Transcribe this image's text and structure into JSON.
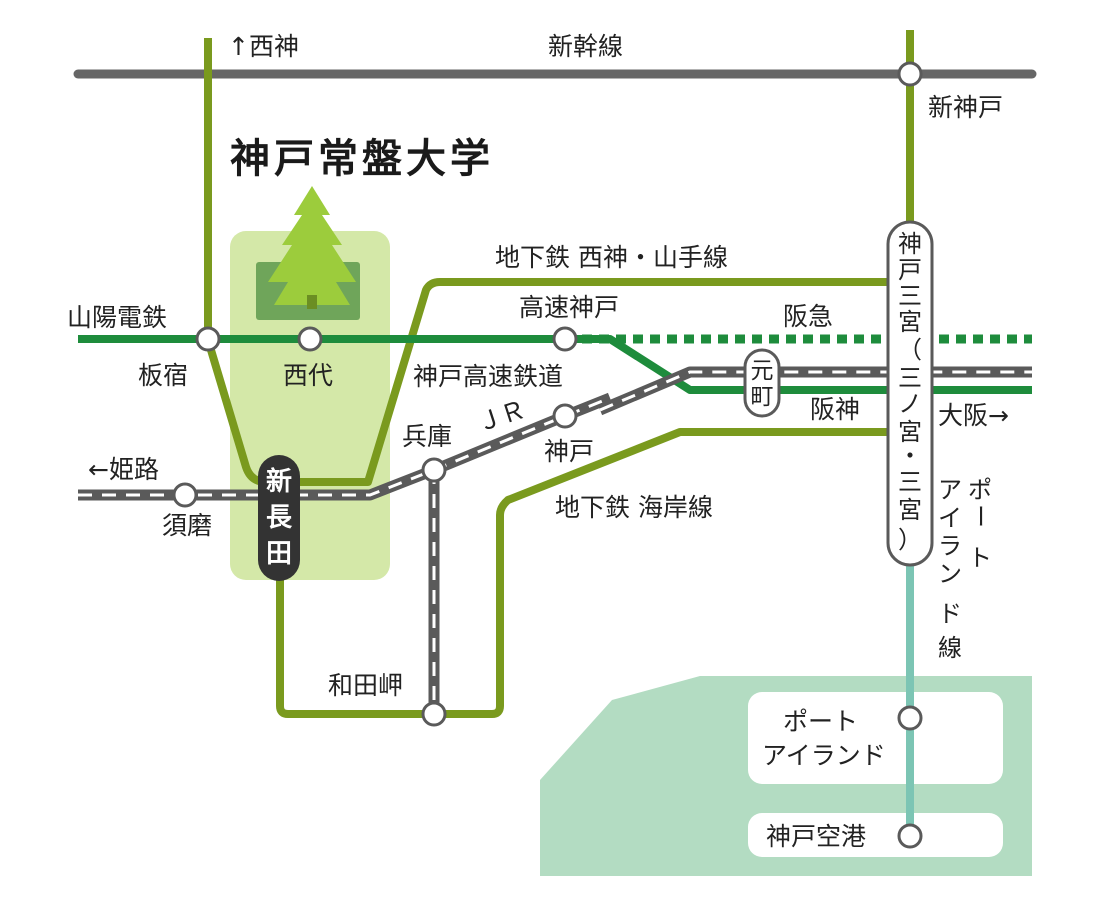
{
  "map": {
    "title": "神戸常盤大学",
    "colors": {
      "chikatetsu_green": "#7a9a1e",
      "hankyu_hanshin_green": "#1e8c3c",
      "jr_gray": "#5a5a5a",
      "shinkansen_gray": "#666666",
      "port_liner_teal": "#7cc5b4",
      "sea_area": "#b3dcc2",
      "campus_area": "#d4e8a8",
      "station_circle": "#ffffff"
    },
    "lines": {
      "shinkansen": "新幹線",
      "seishin_yamate": "地下鉄 西神・山手線",
      "hankyu": "阪急",
      "kobe_kosoku": "神戸高速鉄道",
      "hanshin": "阪神",
      "jr": "ＪＲ",
      "kaigan": "地下鉄 海岸線",
      "sanyo": "山陽電鉄",
      "port_liner": [
        "ポ",
        "ー",
        "ト",
        "ア",
        "イ",
        "ラ",
        "ン",
        "ド",
        "線"
      ]
    },
    "directions": {
      "seishin": "↑西神",
      "himeji": "←姫路",
      "osaka": "大阪→"
    },
    "stations": {
      "shin_kobe": "新神戸",
      "itayado": "板宿",
      "nishidai": "西代",
      "kosoku_kobe": "高速神戸",
      "hyogo": "兵庫",
      "kobe_jr": "神戸",
      "suma": "須磨",
      "wadamisaki": "和田岬",
      "port_island": [
        "ポート",
        "アイランド"
      ],
      "kobe_airport": "神戸空港",
      "motomachi": [
        "元",
        "町"
      ],
      "shin_nagata": [
        "新",
        "長",
        "田"
      ],
      "sannomiya": [
        "神",
        "戸",
        "三",
        "宮",
        "（",
        "三",
        "ノ",
        "宮",
        "・",
        "三",
        "宮",
        "）"
      ]
    }
  }
}
